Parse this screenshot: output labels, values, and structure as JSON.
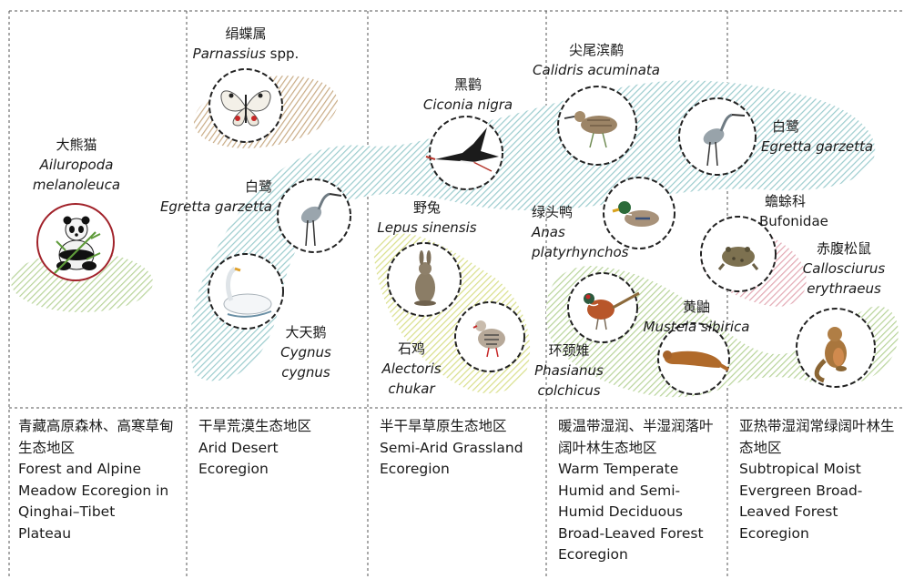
{
  "colors": {
    "hatch_green": "#b8d49a",
    "hatch_teal": "#9cccce",
    "hatch_tan": "#c9ac86",
    "hatch_pink": "#e3a8b3",
    "hatch_yellow": "#d9df8a",
    "panda_ring": "#a1222a",
    "grid_line": "#555555"
  },
  "regions": [
    {
      "cn": "青藏高原森林、高寒草甸生态地区",
      "en": "Forest and Alpine Meadow Ecoregion in Qinghai–Tibet Plateau"
    },
    {
      "cn": "干旱荒漠生态地区",
      "en": "Arid Desert Ecoregion"
    },
    {
      "cn": "半干旱草原生态地区",
      "en": "Semi-Arid Grassland Ecoregion"
    },
    {
      "cn": "暖温带湿润、半湿润落叶阔叶林生态地区",
      "en": "Warm Temperate Humid and Semi-Humid Deciduous Broad-Leaved Forest Ecoregion"
    },
    {
      "cn": "亚热带湿润常绿阔叶林生态地区",
      "en": "Subtropical Moist Evergreen Broad-Leaved Forest Ecoregion"
    }
  ],
  "species": [
    {
      "cn": "大熊猫",
      "sci": "Ailuropoda melanoleuca",
      "icon": "panda-icon"
    },
    {
      "cn": "绢蝶属",
      "sci": "Parnassius",
      "extra": " spp.",
      "icon": "butterfly-icon"
    },
    {
      "cn": "白鹭",
      "sci": "Egretta garzetta",
      "icon": "egret-icon"
    },
    {
      "cn": "大天鹅",
      "sci": "Cygnus cygnus",
      "icon": "swan-icon"
    },
    {
      "cn": "黑鹳",
      "sci": "Ciconia nigra",
      "icon": "stork-icon"
    },
    {
      "cn": "野兔",
      "sci": "Lepus sinensis",
      "icon": "hare-icon"
    },
    {
      "cn": "石鸡",
      "sci": "Alectoris chukar",
      "icon": "partridge-icon"
    },
    {
      "cn": "尖尾滨鹬",
      "sci": "Calidris acuminata",
      "icon": "sandpiper-icon"
    },
    {
      "cn": "绿头鸭",
      "sci": "Anas platyrhynchos",
      "icon": "mallard-icon"
    },
    {
      "cn": "环颈雉",
      "sci": "Phasianus colchicus",
      "icon": "pheasant-icon"
    },
    {
      "cn": "黄鼬",
      "sci": "Mustela sibirica",
      "icon": "weasel-icon"
    },
    {
      "cn": "白鹭",
      "sci": "Egretta garzetta",
      "icon": "egret-icon"
    },
    {
      "cn": "蟾蜍科",
      "sci": "Bufonidae",
      "icon": "toad-icon"
    },
    {
      "cn": "赤腹松鼠",
      "sci": "Callosciurus erythraeus",
      "icon": "squirrel-icon"
    }
  ]
}
